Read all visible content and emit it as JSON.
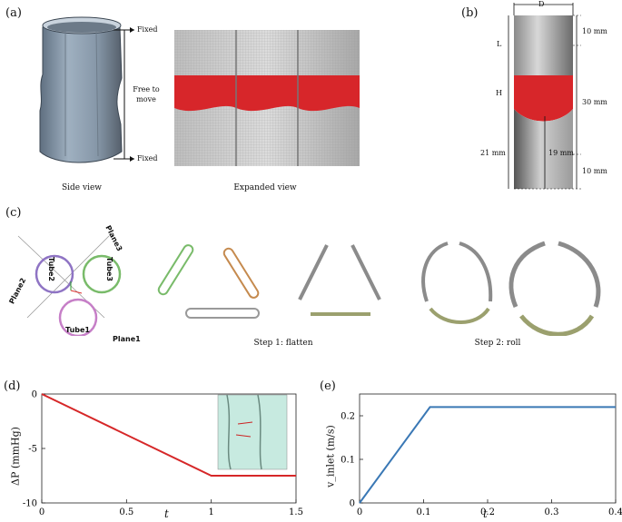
{
  "panel_a": {
    "label": "(a)",
    "fixed_top": "Fixed",
    "fixed_bottom": "Fixed",
    "free_line1": "Free to",
    "free_line2": "move",
    "side_caption": "Side view",
    "expanded_caption": "Expanded view"
  },
  "panel_b": {
    "label": "(b)",
    "D": "D",
    "L": "L",
    "H": "H",
    "dim_top": "10 mm",
    "dim_mid": "30 mm",
    "dim_bottom": "10 mm",
    "dim_left": "21 mm",
    "dim_inner": "19 mm"
  },
  "panel_c": {
    "label": "(c)",
    "tube1": "Tube1",
    "tube2": "Tube2",
    "tube3": "Tube3",
    "plane1": "Plane1",
    "plane2": "Plane2",
    "plane3": "Plane3",
    "step1": "Step 1: flatten",
    "step2": "Step 2: roll"
  },
  "chart_data": [
    {
      "panel": "(d)",
      "type": "line",
      "x": [
        0,
        1,
        1.5
      ],
      "series": [
        {
          "values": [
            0,
            -7.5,
            -7.5
          ],
          "color": "#d62728"
        }
      ],
      "xlabel": "t",
      "ylabel": "ΔP (mmHg)",
      "xlim": [
        0,
        1.5
      ],
      "ylim": [
        -10,
        0
      ],
      "xticks": [
        "0",
        "0.5",
        "1",
        "1.5"
      ],
      "yticks": [
        "0",
        "-5",
        "-10"
      ],
      "grid": false
    },
    {
      "panel": "(e)",
      "type": "line",
      "x": [
        0,
        0.11,
        0.4
      ],
      "series": [
        {
          "values": [
            0,
            0.22,
            0.22
          ],
          "color": "#3a78b5"
        }
      ],
      "xlabel": "t",
      "ylabel": "v_inlet (m/s)",
      "xlim": [
        0,
        0.4
      ],
      "ylim": [
        0,
        0.25
      ],
      "xticks": [
        "0",
        "0.1",
        "0.2",
        "0.3",
        "0.4"
      ],
      "yticks": [
        "0",
        "0.1",
        "0.2"
      ],
      "grid": false
    }
  ]
}
